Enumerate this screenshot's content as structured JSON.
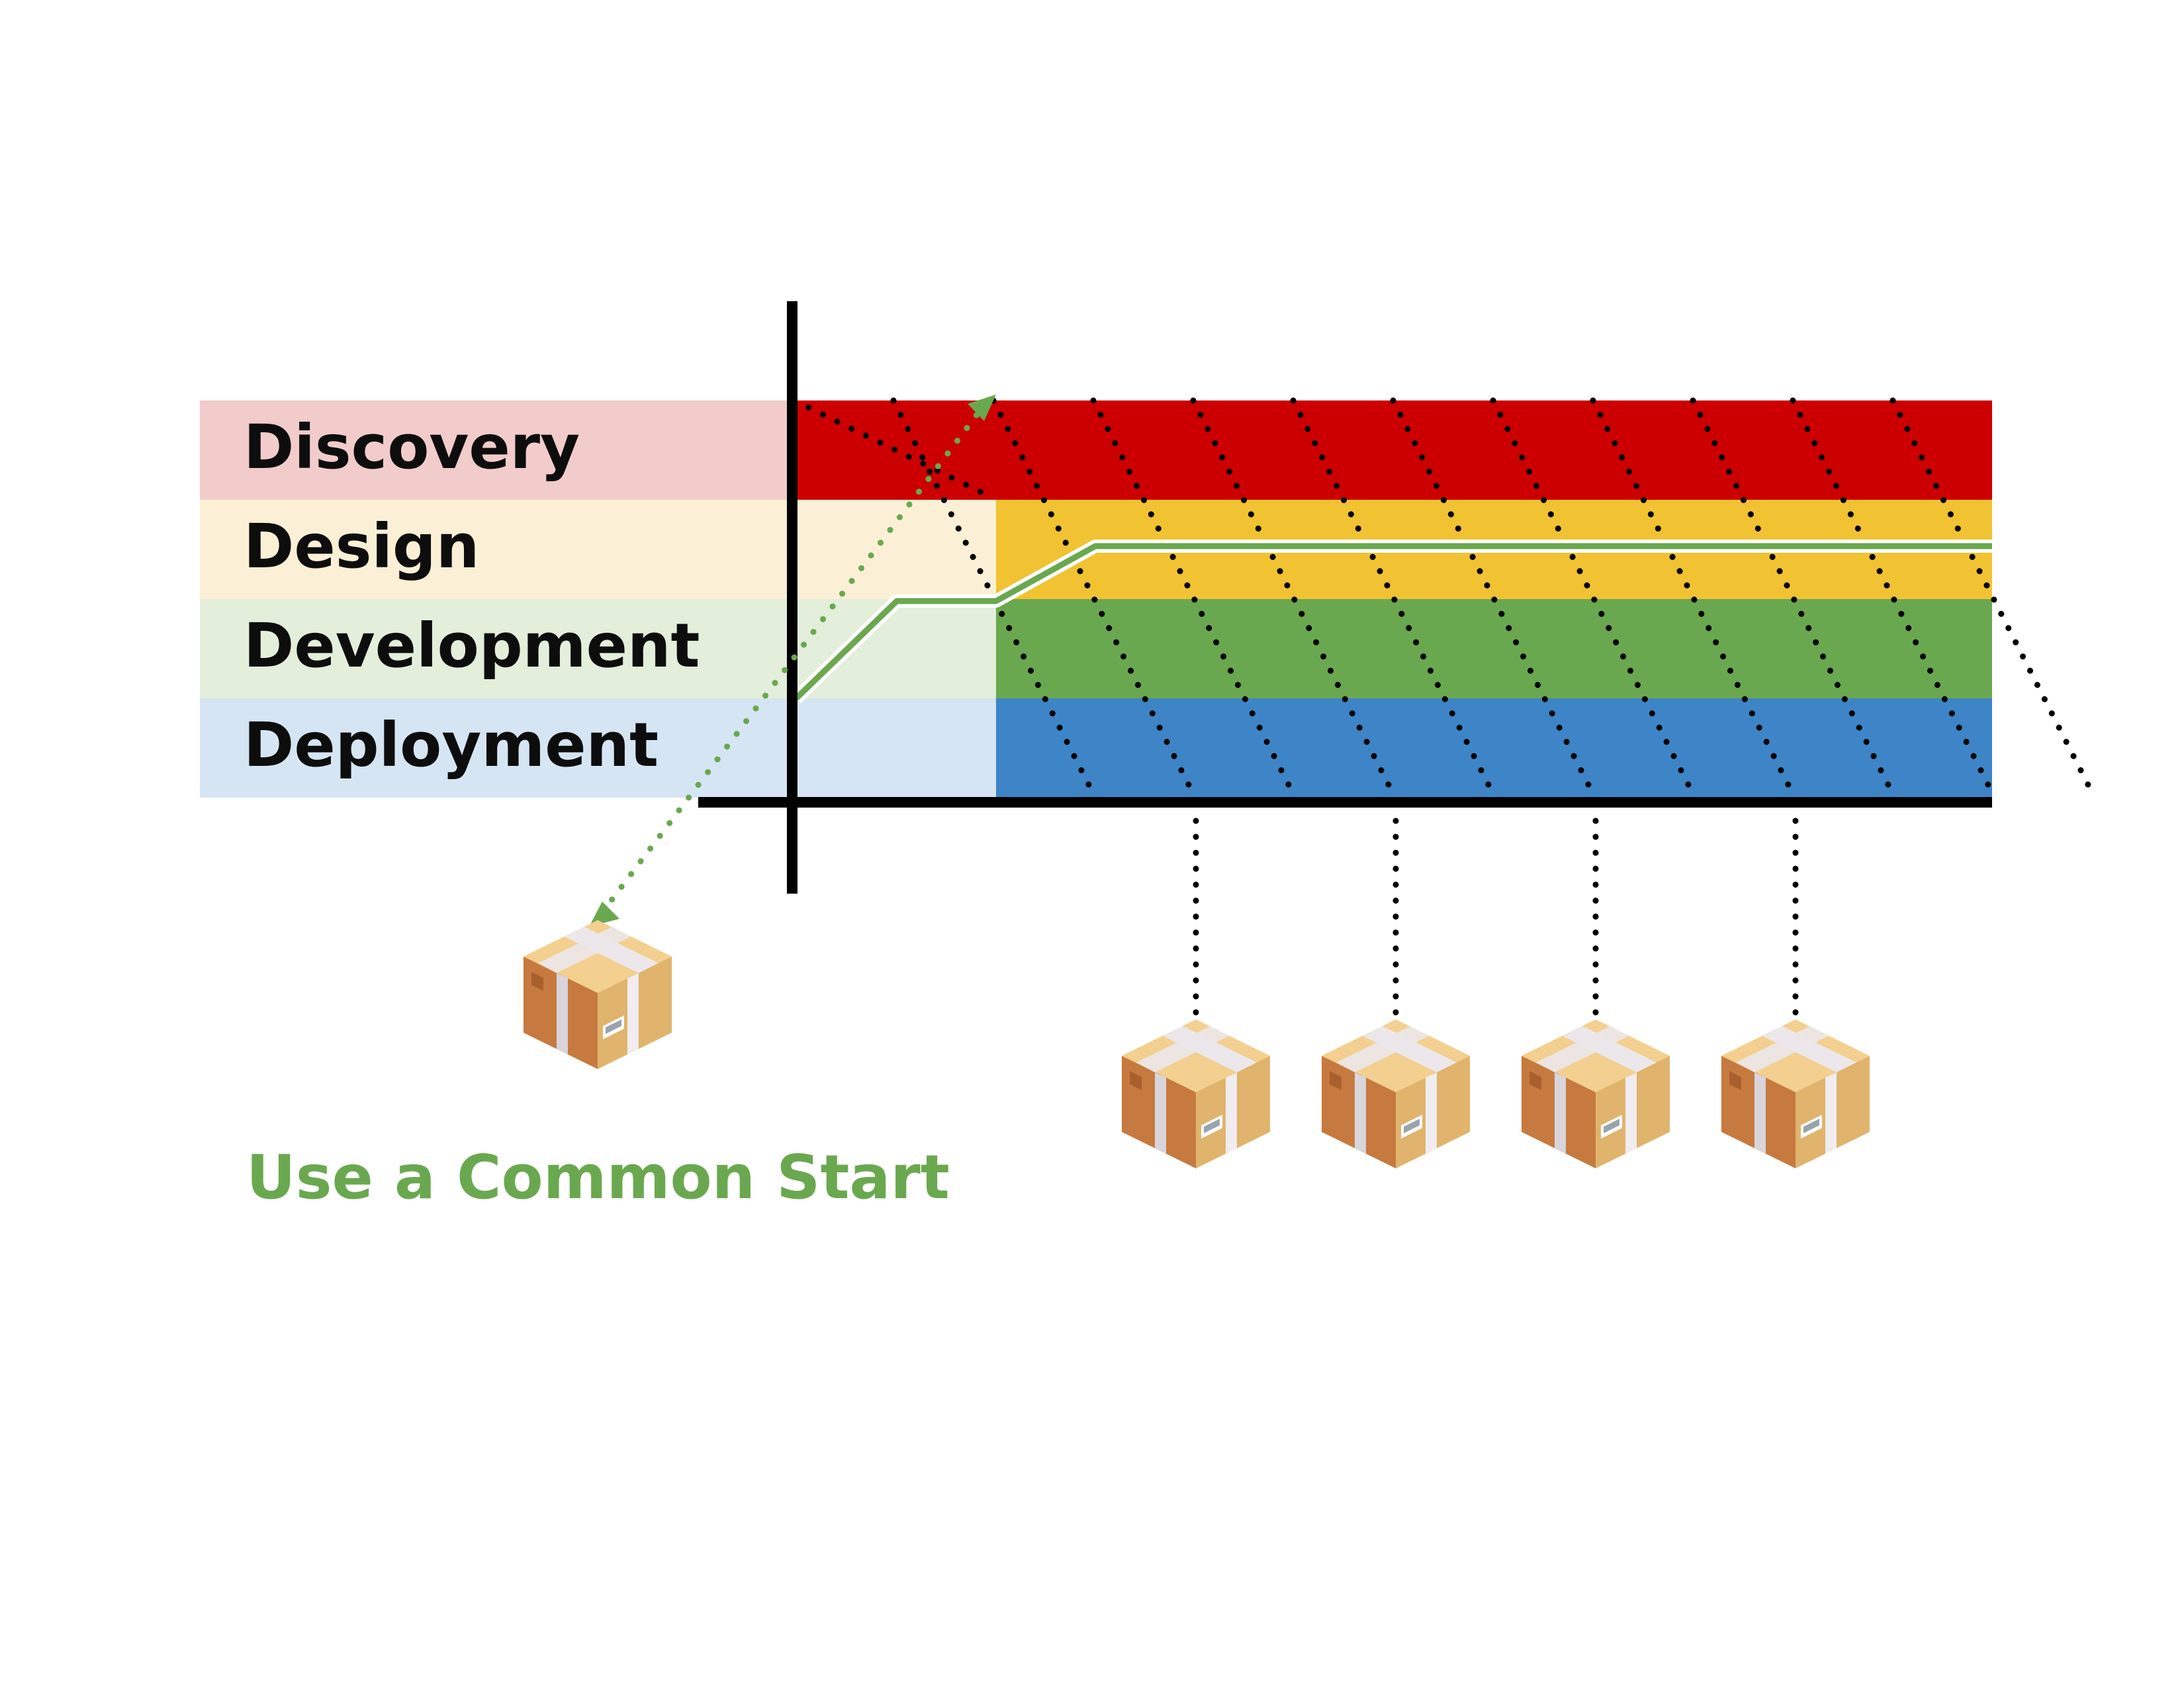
{
  "phases": [
    {
      "label": "Discovery",
      "light_color": "#f2cbcb",
      "color": "#cc0000"
    },
    {
      "label": "Design",
      "light_color": "#fbf0d5",
      "color": "#f1c232"
    },
    {
      "label": "Development",
      "light_color": "#e3eedb",
      "color": "#6aa84f"
    },
    {
      "label": "Deployment",
      "light_color": "#d6e5f3",
      "color": "#3d85c6"
    }
  ],
  "caption": {
    "text": "Use a Common Start",
    "color": "#6aa84f"
  },
  "colors": {
    "axis": "#000000",
    "progress_line": "#6aa84f",
    "dotted": "#000000",
    "arrow": "#6aa84f"
  },
  "icons": {
    "package": "package-box-icon"
  },
  "release_count": 4
}
